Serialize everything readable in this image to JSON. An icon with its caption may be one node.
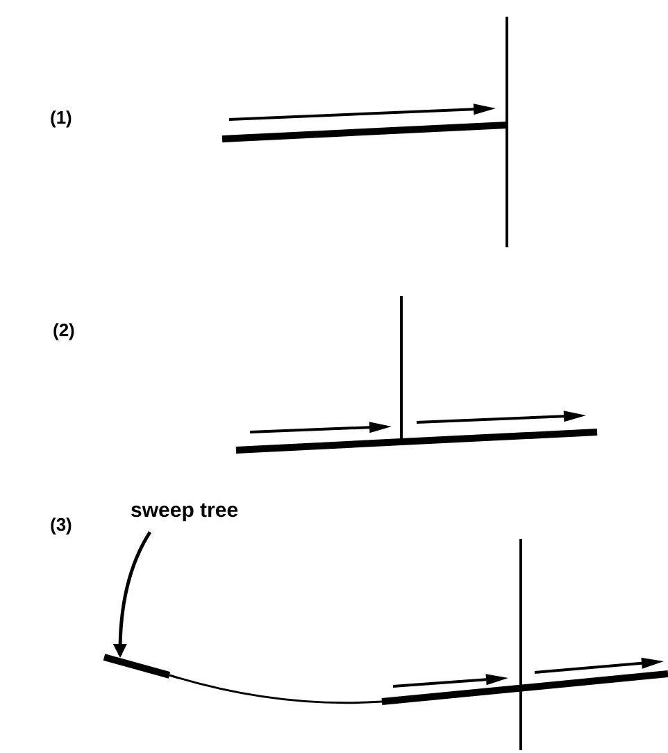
{
  "diagram": {
    "nodes": [
      {
        "text": [
          "sweep tree"
        ]
      },
      {
        "text": [],
        "shape": "bar"
      }
    ],
    "edges": [
      {
        "from": 0,
        "to": 1,
        "arrow": "to"
      }
    ],
    "labels": [
      "(1)",
      "(2)",
      "(3)"
    ]
  }
}
